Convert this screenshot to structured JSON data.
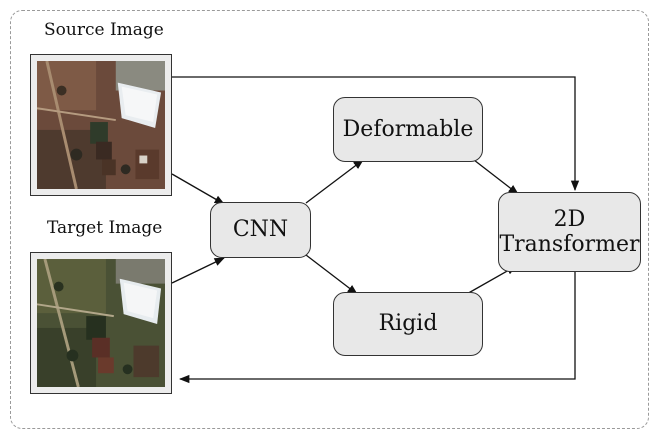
{
  "labels": {
    "source": "Source Image",
    "target": "Target Image"
  },
  "nodes": {
    "cnn": "CNN",
    "deformable": "Deformable",
    "rigid": "Rigid",
    "transformer_line1": "2D",
    "transformer_line2": "Transformer"
  },
  "colors": {
    "node_fill": "#e8e8e8",
    "node_border": "#333333",
    "frame_border": "#9a9a9a",
    "arrow": "#111111"
  }
}
